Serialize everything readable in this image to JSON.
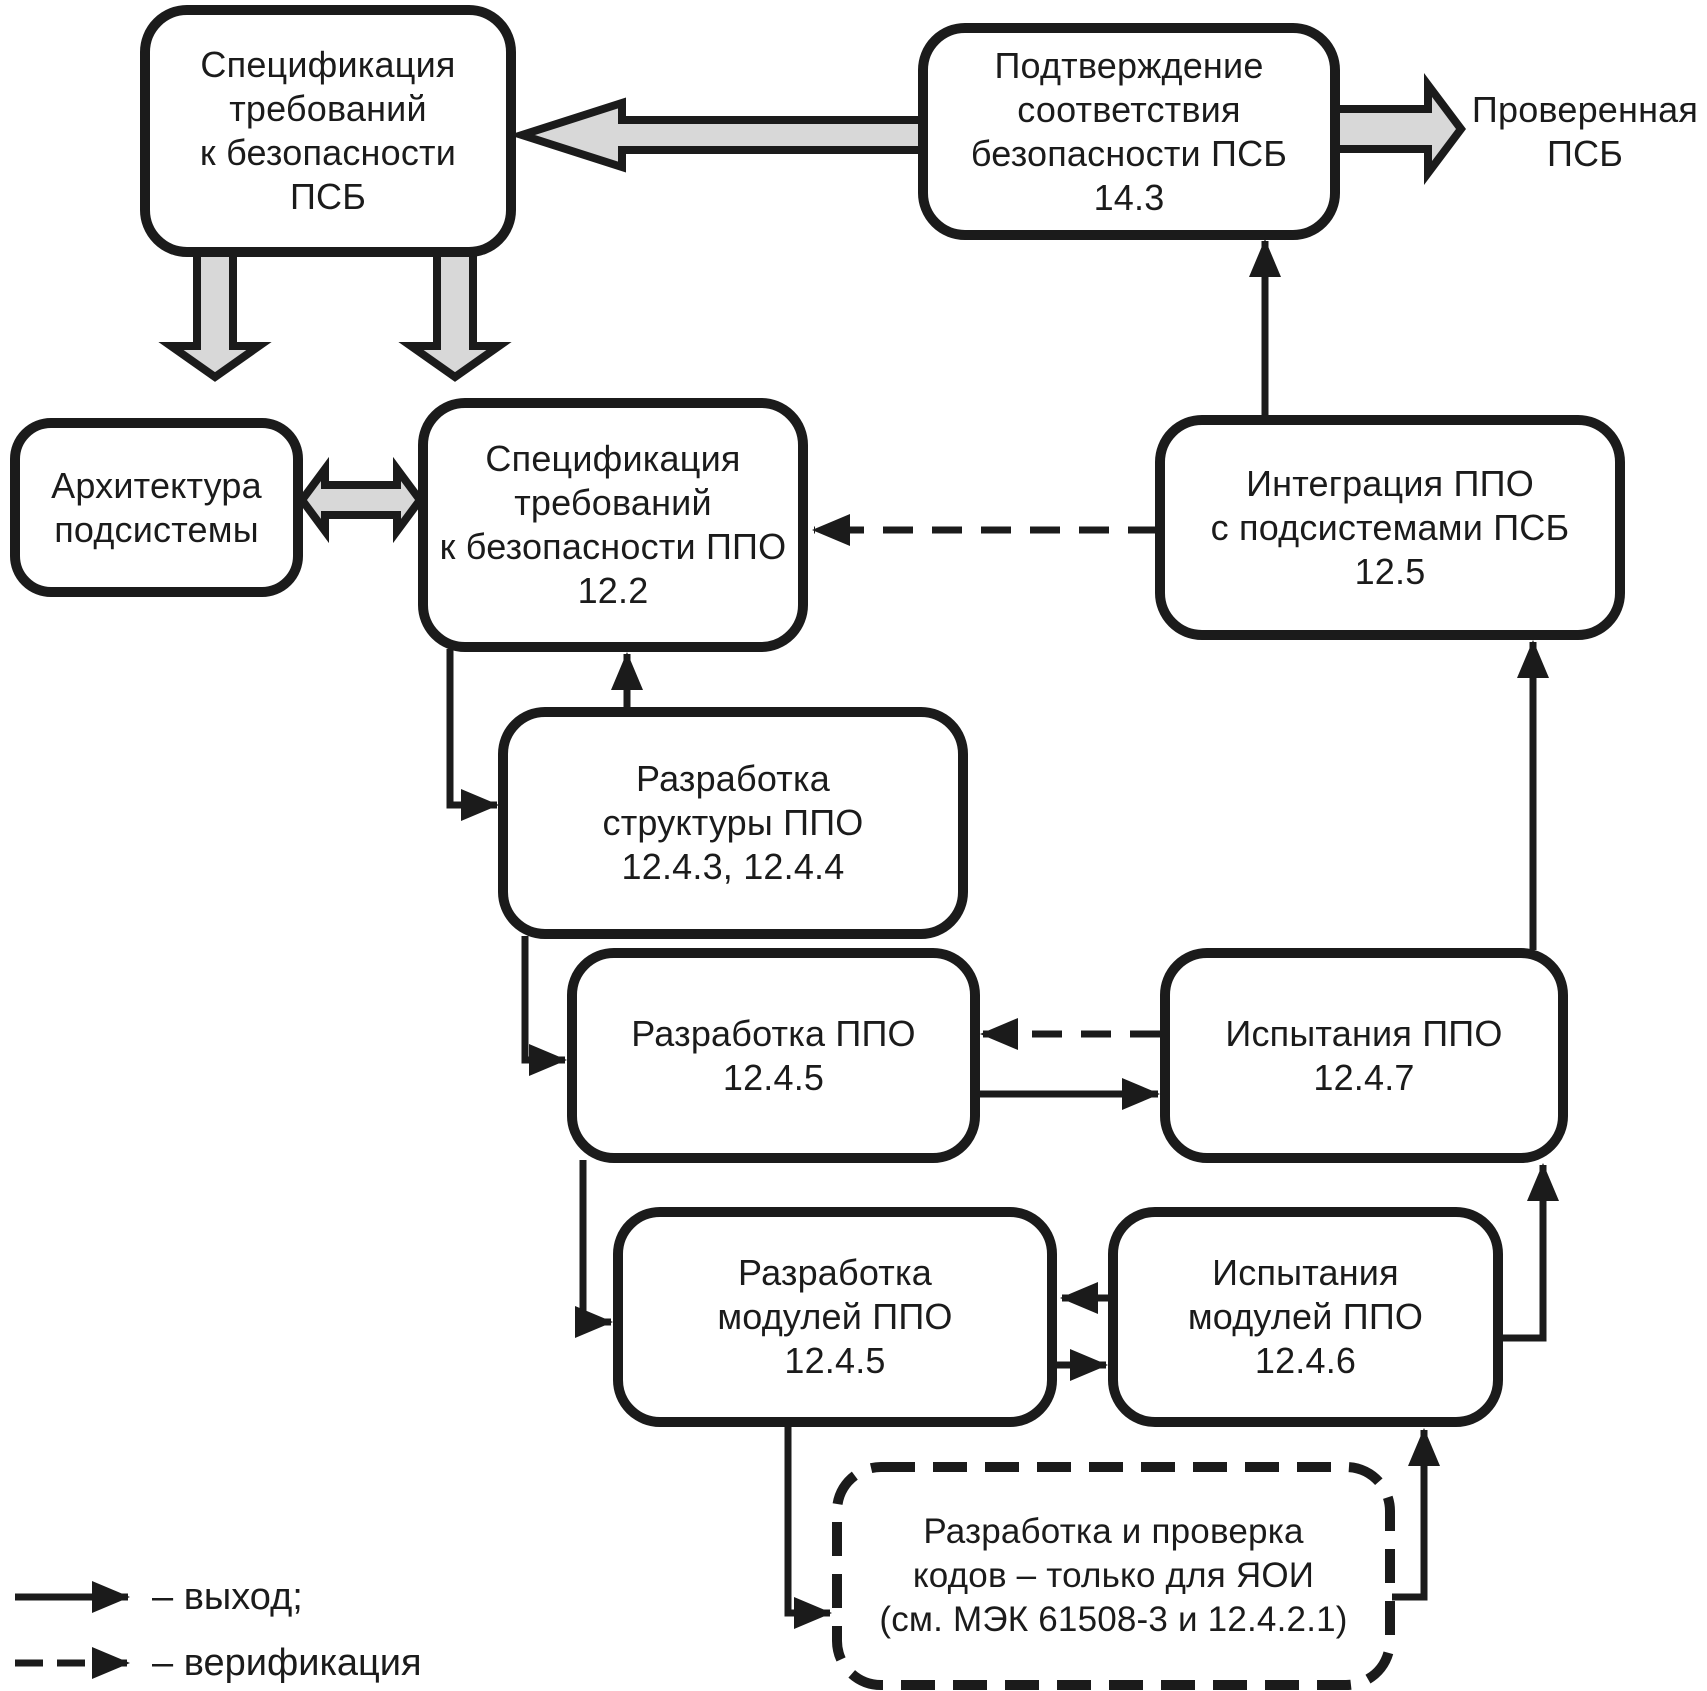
{
  "diagram": {
    "boxes": {
      "spec_req_psb": {
        "lines": [
          "Спецификация",
          "требований",
          "к безопасности",
          "ПСБ"
        ]
      },
      "confirmation": {
        "lines": [
          "Подтверждение",
          "соответствия",
          "безопасности ПСБ",
          "14.3"
        ]
      },
      "verified_psb": {
        "lines": [
          "Проверенная",
          "ПСБ"
        ]
      },
      "architecture": {
        "lines": [
          "Архитектура",
          "подсистемы"
        ]
      },
      "spec_req_ppo": {
        "lines": [
          "Спецификация",
          "требований",
          "к безопасности ППО",
          "12.2"
        ]
      },
      "integration": {
        "lines": [
          "Интеграция ППО",
          "с подсистемами ПСБ",
          "12.5"
        ]
      },
      "structure_dev": {
        "lines": [
          "Разработка",
          "структуры ППО",
          "12.4.3, 12.4.4"
        ]
      },
      "ppo_dev": {
        "lines": [
          "Разработка ППО",
          "12.4.5"
        ]
      },
      "ppo_test": {
        "lines": [
          "Испытания ППО",
          "12.4.7"
        ]
      },
      "modules_dev": {
        "lines": [
          "Разработка",
          "модулей ППО",
          "12.4.5"
        ]
      },
      "modules_test": {
        "lines": [
          "Испытания",
          "модулей ППО",
          "12.4.6"
        ]
      },
      "coding": {
        "lines": [
          "Разработка и проверка",
          "кодов – только для ЯОИ",
          "(см. МЭК 61508-3 и 12.4.2.1)"
        ]
      }
    },
    "legend": {
      "output_label": "– выход;",
      "verification_label": "– верификация"
    },
    "colors": {
      "line": "#1b1b1b",
      "thick_arrow_fill": "#d8d8d8",
      "box_fill": "#ffffff",
      "background": "#ffffff"
    }
  }
}
